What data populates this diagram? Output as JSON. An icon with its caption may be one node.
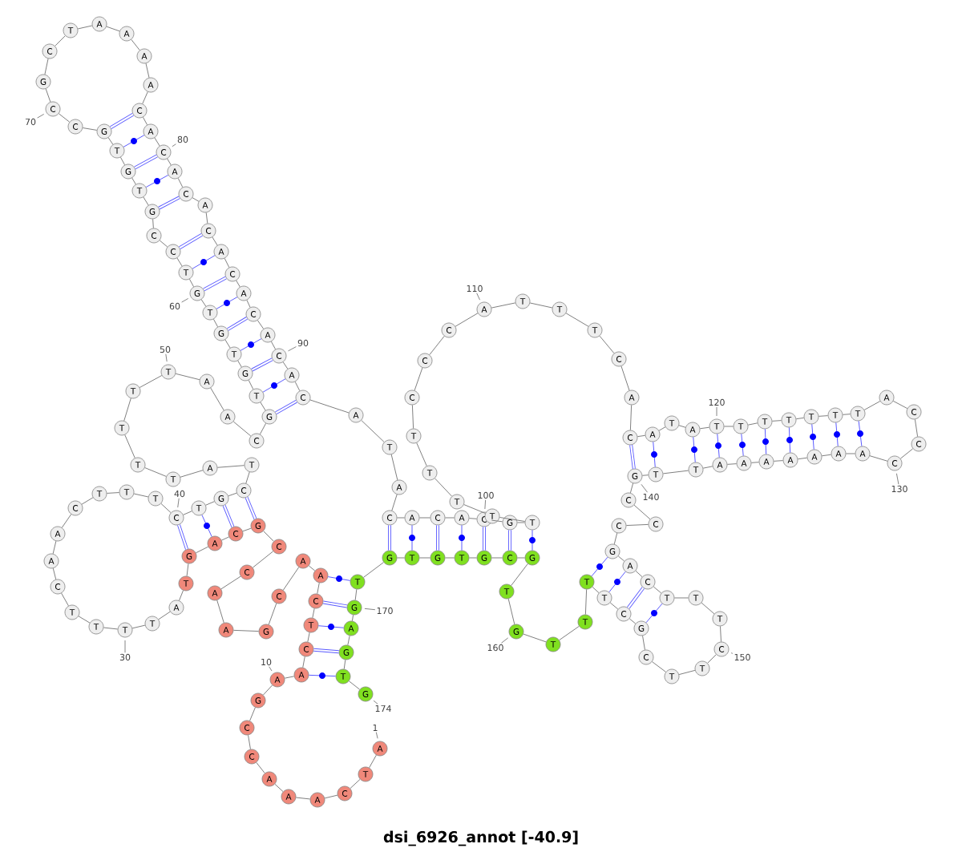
{
  "diagram": {
    "title": "dsi_6926_annot [-40.9]",
    "nodes": [
      {
        "text": [
          "A"
        ]
      },
      {
        "text": [
          "T"
        ]
      },
      {
        "text": [
          "C"
        ]
      },
      {
        "text": [
          "A"
        ]
      },
      {
        "text": [
          "A"
        ]
      },
      {
        "text": [
          "A"
        ]
      },
      {
        "text": [
          "C"
        ]
      },
      {
        "text": [
          "C"
        ]
      },
      {
        "text": [
          "G"
        ]
      },
      {
        "text": [
          "A"
        ]
      },
      {
        "text": [
          "A"
        ]
      },
      {
        "text": [
          "C"
        ]
      },
      {
        "text": [
          "T"
        ]
      },
      {
        "text": [
          "C"
        ]
      },
      {
        "text": [
          "A"
        ]
      },
      {
        "text": [
          "A"
        ]
      },
      {
        "text": [
          "C"
        ]
      },
      {
        "text": [
          "G"
        ]
      },
      {
        "text": [
          "A"
        ]
      },
      {
        "text": [
          "A"
        ]
      },
      {
        "text": [
          "C"
        ]
      },
      {
        "text": [
          "C"
        ]
      },
      {
        "text": [
          "G"
        ]
      },
      {
        "text": [
          "C"
        ]
      },
      {
        "text": [
          "A"
        ]
      },
      {
        "text": [
          "G"
        ]
      },
      {
        "text": [
          "T"
        ]
      },
      {
        "text": [
          "A"
        ]
      },
      {
        "text": [
          "T"
        ]
      },
      {
        "text": [
          "T"
        ]
      },
      {
        "text": [
          "T"
        ]
      },
      {
        "text": [
          "T"
        ]
      },
      {
        "text": [
          "C"
        ]
      },
      {
        "text": [
          "A"
        ]
      },
      {
        "text": [
          "A"
        ]
      },
      {
        "text": [
          "C"
        ]
      },
      {
        "text": [
          "T"
        ]
      },
      {
        "text": [
          "T"
        ]
      },
      {
        "text": [
          "T"
        ]
      },
      {
        "text": [
          "C"
        ]
      },
      {
        "text": [
          "T"
        ]
      },
      {
        "text": [
          "G"
        ]
      },
      {
        "text": [
          "C"
        ]
      },
      {
        "text": [
          "T"
        ]
      },
      {
        "text": [
          "A"
        ]
      },
      {
        "text": [
          "T"
        ]
      },
      {
        "text": [
          "T"
        ]
      },
      {
        "text": [
          "T"
        ]
      },
      {
        "text": [
          "T"
        ]
      },
      {
        "text": [
          "T"
        ]
      },
      {
        "text": [
          "A"
        ]
      },
      {
        "text": [
          "A"
        ]
      },
      {
        "text": [
          "C"
        ]
      },
      {
        "text": [
          "G"
        ]
      },
      {
        "text": [
          "T"
        ]
      },
      {
        "text": [
          "G"
        ]
      },
      {
        "text": [
          "T"
        ]
      },
      {
        "text": [
          "G"
        ]
      },
      {
        "text": [
          "T"
        ]
      },
      {
        "text": [
          "G"
        ]
      },
      {
        "text": [
          "T"
        ]
      },
      {
        "text": [
          "C"
        ]
      },
      {
        "text": [
          "C"
        ]
      },
      {
        "text": [
          "G"
        ]
      },
      {
        "text": [
          "T"
        ]
      },
      {
        "text": [
          "G"
        ]
      },
      {
        "text": [
          "T"
        ]
      },
      {
        "text": [
          "G"
        ]
      },
      {
        "text": [
          "C"
        ]
      },
      {
        "text": [
          "C"
        ]
      },
      {
        "text": [
          "G"
        ]
      },
      {
        "text": [
          "C"
        ]
      },
      {
        "text": [
          "T"
        ]
      },
      {
        "text": [
          "A"
        ]
      },
      {
        "text": [
          "A"
        ]
      },
      {
        "text": [
          "A"
        ]
      },
      {
        "text": [
          "A"
        ]
      },
      {
        "text": [
          "C"
        ]
      },
      {
        "text": [
          "A"
        ]
      },
      {
        "text": [
          "C"
        ]
      },
      {
        "text": [
          "A"
        ]
      },
      {
        "text": [
          "C"
        ]
      },
      {
        "text": [
          "A"
        ]
      },
      {
        "text": [
          "C"
        ]
      },
      {
        "text": [
          "A"
        ]
      },
      {
        "text": [
          "C"
        ]
      },
      {
        "text": [
          "A"
        ]
      },
      {
        "text": [
          "C"
        ]
      },
      {
        "text": [
          "A"
        ]
      },
      {
        "text": [
          "C"
        ]
      },
      {
        "text": [
          "A"
        ]
      },
      {
        "text": [
          "C"
        ]
      },
      {
        "text": [
          "A"
        ]
      },
      {
        "text": [
          "T"
        ]
      },
      {
        "text": [
          "A"
        ]
      },
      {
        "text": [
          "C"
        ]
      },
      {
        "text": [
          "A"
        ]
      },
      {
        "text": [
          "C"
        ]
      },
      {
        "text": [
          "A"
        ]
      },
      {
        "text": [
          "C"
        ]
      },
      {
        "text": [
          "G"
        ]
      },
      {
        "text": [
          "T"
        ]
      },
      {
        "text": [
          "T"
        ]
      },
      {
        "text": [
          "T"
        ]
      },
      {
        "text": [
          "T"
        ]
      },
      {
        "text": [
          "T"
        ]
      },
      {
        "text": [
          "C"
        ]
      },
      {
        "text": [
          "C"
        ]
      },
      {
        "text": [
          "C"
        ]
      },
      {
        "text": [
          "A"
        ]
      },
      {
        "text": [
          "T"
        ]
      },
      {
        "text": [
          "T"
        ]
      },
      {
        "text": [
          "T"
        ]
      },
      {
        "text": [
          "C"
        ]
      },
      {
        "text": [
          "A"
        ]
      },
      {
        "text": [
          "C"
        ]
      },
      {
        "text": [
          "A"
        ]
      },
      {
        "text": [
          "T"
        ]
      },
      {
        "text": [
          "A"
        ]
      },
      {
        "text": [
          "T"
        ]
      },
      {
        "text": [
          "T"
        ]
      },
      {
        "text": [
          "T"
        ]
      },
      {
        "text": [
          "T"
        ]
      },
      {
        "text": [
          "T"
        ]
      },
      {
        "text": [
          "T"
        ]
      },
      {
        "text": [
          "T"
        ]
      },
      {
        "text": [
          "A"
        ]
      },
      {
        "text": [
          "C"
        ]
      },
      {
        "text": [
          "C"
        ]
      },
      {
        "text": [
          "C"
        ]
      },
      {
        "text": [
          "A"
        ]
      },
      {
        "text": [
          "A"
        ]
      },
      {
        "text": [
          "A"
        ]
      },
      {
        "text": [
          "A"
        ]
      },
      {
        "text": [
          "A"
        ]
      },
      {
        "text": [
          "A"
        ]
      },
      {
        "text": [
          "A"
        ]
      },
      {
        "text": [
          "T"
        ]
      },
      {
        "text": [
          "T"
        ]
      },
      {
        "text": [
          "G"
        ]
      },
      {
        "text": [
          "C"
        ]
      },
      {
        "text": [
          "C"
        ]
      },
      {
        "text": [
          "C"
        ]
      },
      {
        "text": [
          "G"
        ]
      },
      {
        "text": [
          "A"
        ]
      },
      {
        "text": [
          "C"
        ]
      },
      {
        "text": [
          "T"
        ]
      },
      {
        "text": [
          "T"
        ]
      },
      {
        "text": [
          "T"
        ]
      },
      {
        "text": [
          "C"
        ]
      },
      {
        "text": [
          "T"
        ]
      },
      {
        "text": [
          "T"
        ]
      },
      {
        "text": [
          "C"
        ]
      },
      {
        "text": [
          "G"
        ]
      },
      {
        "text": [
          "C"
        ]
      },
      {
        "text": [
          "T"
        ]
      },
      {
        "text": [
          "T"
        ]
      },
      {
        "text": [
          "T"
        ]
      },
      {
        "text": [
          "T"
        ]
      },
      {
        "text": [
          "G"
        ]
      },
      {
        "text": [
          "T"
        ]
      },
      {
        "text": [
          "G"
        ]
      },
      {
        "text": [
          "C"
        ]
      },
      {
        "text": [
          "G"
        ]
      },
      {
        "text": [
          "T"
        ]
      },
      {
        "text": [
          "G"
        ]
      },
      {
        "text": [
          "T"
        ]
      },
      {
        "text": [
          "G"
        ]
      },
      {
        "text": [
          "T"
        ]
      },
      {
        "text": [
          "G"
        ]
      },
      {
        "text": [
          "A"
        ]
      },
      {
        "text": [
          "G"
        ]
      },
      {
        "text": [
          "T"
        ]
      },
      {
        "text": [
          "G"
        ]
      }
    ],
    "edges": [
      {
        "from": 0,
        "to": 1,
        "arrow": "none"
      },
      {
        "from": 1,
        "to": 2,
        "arrow": "none"
      },
      {
        "from": 2,
        "to": 3,
        "arrow": "none"
      },
      {
        "from": 3,
        "to": 4,
        "arrow": "none"
      },
      {
        "from": 4,
        "to": 5,
        "arrow": "none"
      },
      {
        "from": 5,
        "to": 6,
        "arrow": "none"
      },
      {
        "from": 6,
        "to": 7,
        "arrow": "none"
      },
      {
        "from": 7,
        "to": 8,
        "arrow": "none"
      },
      {
        "from": 8,
        "to": 9,
        "arrow": "none"
      },
      {
        "from": 9,
        "to": 10,
        "arrow": "none"
      },
      {
        "from": 10,
        "to": 11,
        "arrow": "none"
      },
      {
        "from": 11,
        "to": 12,
        "arrow": "none"
      },
      {
        "from": 12,
        "to": 13,
        "arrow": "none"
      },
      {
        "from": 13,
        "to": 14,
        "arrow": "none"
      },
      {
        "from": 14,
        "to": 15,
        "arrow": "none"
      },
      {
        "from": 15,
        "to": 16,
        "arrow": "none"
      },
      {
        "from": 16,
        "to": 17,
        "arrow": "none"
      },
      {
        "from": 17,
        "to": 18,
        "arrow": "none"
      },
      {
        "from": 18,
        "to": 19,
        "arrow": "none"
      },
      {
        "from": 19,
        "to": 20,
        "arrow": "none"
      },
      {
        "from": 20,
        "to": 21,
        "arrow": "none"
      },
      {
        "from": 21,
        "to": 22,
        "arrow": "none"
      },
      {
        "from": 22,
        "to": 23,
        "arrow": "none"
      },
      {
        "from": 23,
        "to": 24,
        "arrow": "none"
      },
      {
        "from": 24,
        "to": 25,
        "arrow": "none"
      },
      {
        "from": 25,
        "to": 26,
        "arrow": "none"
      },
      {
        "from": 26,
        "to": 27,
        "arrow": "none"
      },
      {
        "from": 27,
        "to": 28,
        "arrow": "none"
      },
      {
        "from": 28,
        "to": 29,
        "arrow": "none"
      },
      {
        "from": 29,
        "to": 30,
        "arrow": "none"
      },
      {
        "from": 30,
        "to": 31,
        "arrow": "none"
      },
      {
        "from": 31,
        "to": 32,
        "arrow": "none"
      },
      {
        "from": 32,
        "to": 33,
        "arrow": "none"
      },
      {
        "from": 33,
        "to": 34,
        "arrow": "none"
      },
      {
        "from": 34,
        "to": 35,
        "arrow": "none"
      },
      {
        "from": 35,
        "to": 36,
        "arrow": "none"
      },
      {
        "from": 36,
        "to": 37,
        "arrow": "none"
      },
      {
        "from": 37,
        "to": 38,
        "arrow": "none"
      },
      {
        "from": 38,
        "to": 39,
        "arrow": "none"
      },
      {
        "from": 39,
        "to": 40,
        "arrow": "none"
      },
      {
        "from": 40,
        "to": 41,
        "arrow": "none"
      },
      {
        "from": 41,
        "to": 42,
        "arrow": "none"
      },
      {
        "from": 42,
        "to": 43,
        "arrow": "none"
      },
      {
        "from": 43,
        "to": 44,
        "arrow": "none"
      },
      {
        "from": 44,
        "to": 45,
        "arrow": "none"
      },
      {
        "from": 45,
        "to": 46,
        "arrow": "none"
      },
      {
        "from": 46,
        "to": 47,
        "arrow": "none"
      },
      {
        "from": 47,
        "to": 48,
        "arrow": "none"
      },
      {
        "from": 48,
        "to": 49,
        "arrow": "none"
      },
      {
        "from": 49,
        "to": 50,
        "arrow": "none"
      },
      {
        "from": 50,
        "to": 51,
        "arrow": "none"
      },
      {
        "from": 51,
        "to": 52,
        "arrow": "none"
      },
      {
        "from": 52,
        "to": 53,
        "arrow": "none"
      },
      {
        "from": 53,
        "to": 54,
        "arrow": "none"
      },
      {
        "from": 54,
        "to": 55,
        "arrow": "none"
      },
      {
        "from": 55,
        "to": 56,
        "arrow": "none"
      },
      {
        "from": 56,
        "to": 57,
        "arrow": "none"
      },
      {
        "from": 57,
        "to": 58,
        "arrow": "none"
      },
      {
        "from": 58,
        "to": 59,
        "arrow": "none"
      },
      {
        "from": 59,
        "to": 60,
        "arrow": "none"
      },
      {
        "from": 60,
        "to": 61,
        "arrow": "none"
      },
      {
        "from": 61,
        "to": 62,
        "arrow": "none"
      },
      {
        "from": 62,
        "to": 63,
        "arrow": "none"
      },
      {
        "from": 63,
        "to": 64,
        "arrow": "none"
      },
      {
        "from": 64,
        "to": 65,
        "arrow": "none"
      },
      {
        "from": 65,
        "to": 66,
        "arrow": "none"
      },
      {
        "from": 66,
        "to": 67,
        "arrow": "none"
      },
      {
        "from": 67,
        "to": 68,
        "arrow": "none"
      },
      {
        "from": 68,
        "to": 69,
        "arrow": "none"
      },
      {
        "from": 69,
        "to": 70,
        "arrow": "none"
      },
      {
        "from": 70,
        "to": 71,
        "arrow": "none"
      },
      {
        "from": 71,
        "to": 72,
        "arrow": "none"
      },
      {
        "from": 72,
        "to": 73,
        "arrow": "none"
      },
      {
        "from": 73,
        "to": 74,
        "arrow": "none"
      },
      {
        "from": 74,
        "to": 75,
        "arrow": "none"
      },
      {
        "from": 75,
        "to": 76,
        "arrow": "none"
      },
      {
        "from": 76,
        "to": 77,
        "arrow": "none"
      },
      {
        "from": 77,
        "to": 78,
        "arrow": "none"
      },
      {
        "from": 78,
        "to": 79,
        "arrow": "none"
      },
      {
        "from": 79,
        "to": 80,
        "arrow": "none"
      },
      {
        "from": 80,
        "to": 81,
        "arrow": "none"
      },
      {
        "from": 81,
        "to": 82,
        "arrow": "none"
      },
      {
        "from": 82,
        "to": 83,
        "arrow": "none"
      },
      {
        "from": 83,
        "to": 84,
        "arrow": "none"
      },
      {
        "from": 84,
        "to": 85,
        "arrow": "none"
      },
      {
        "from": 85,
        "to": 86,
        "arrow": "none"
      },
      {
        "from": 86,
        "to": 87,
        "arrow": "none"
      },
      {
        "from": 87,
        "to": 88,
        "arrow": "none"
      },
      {
        "from": 88,
        "to": 89,
        "arrow": "none"
      },
      {
        "from": 89,
        "to": 90,
        "arrow": "none"
      },
      {
        "from": 90,
        "to": 91,
        "arrow": "none"
      },
      {
        "from": 91,
        "to": 92,
        "arrow": "none"
      },
      {
        "from": 92,
        "to": 93,
        "arrow": "none"
      },
      {
        "from": 93,
        "to": 94,
        "arrow": "none"
      },
      {
        "from": 94,
        "to": 95,
        "arrow": "none"
      },
      {
        "from": 95,
        "to": 96,
        "arrow": "none"
      },
      {
        "from": 96,
        "to": 97,
        "arrow": "none"
      },
      {
        "from": 97,
        "to": 98,
        "arrow": "none"
      },
      {
        "from": 98,
        "to": 99,
        "arrow": "none"
      },
      {
        "from": 99,
        "to": 100,
        "arrow": "none"
      },
      {
        "from": 100,
        "to": 101,
        "arrow": "none"
      },
      {
        "from": 101,
        "to": 102,
        "arrow": "none"
      },
      {
        "from": 102,
        "to": 103,
        "arrow": "none"
      },
      {
        "from": 103,
        "to": 104,
        "arrow": "none"
      },
      {
        "from": 104,
        "to": 105,
        "arrow": "none"
      },
      {
        "from": 105,
        "to": 106,
        "arrow": "none"
      },
      {
        "from": 106,
        "to": 107,
        "arrow": "none"
      },
      {
        "from": 107,
        "to": 108,
        "arrow": "none"
      },
      {
        "from": 108,
        "to": 109,
        "arrow": "none"
      },
      {
        "from": 109,
        "to": 110,
        "arrow": "none"
      },
      {
        "from": 110,
        "to": 111,
        "arrow": "none"
      },
      {
        "from": 111,
        "to": 112,
        "arrow": "none"
      },
      {
        "from": 112,
        "to": 113,
        "arrow": "none"
      },
      {
        "from": 113,
        "to": 114,
        "arrow": "none"
      },
      {
        "from": 114,
        "to": 115,
        "arrow": "none"
      },
      {
        "from": 115,
        "to": 116,
        "arrow": "none"
      },
      {
        "from": 116,
        "to": 117,
        "arrow": "none"
      },
      {
        "from": 117,
        "to": 118,
        "arrow": "none"
      },
      {
        "from": 118,
        "to": 119,
        "arrow": "none"
      },
      {
        "from": 119,
        "to": 120,
        "arrow": "none"
      },
      {
        "from": 120,
        "to": 121,
        "arrow": "none"
      },
      {
        "from": 121,
        "to": 122,
        "arrow": "none"
      },
      {
        "from": 122,
        "to": 123,
        "arrow": "none"
      },
      {
        "from": 123,
        "to": 124,
        "arrow": "none"
      },
      {
        "from": 124,
        "to": 125,
        "arrow": "none"
      },
      {
        "from": 125,
        "to": 126,
        "arrow": "none"
      },
      {
        "from": 126,
        "to": 127,
        "arrow": "none"
      },
      {
        "from": 127,
        "to": 128,
        "arrow": "none"
      },
      {
        "from": 128,
        "to": 129,
        "arrow": "none"
      },
      {
        "from": 129,
        "to": 130,
        "arrow": "none"
      },
      {
        "from": 130,
        "to": 131,
        "arrow": "none"
      },
      {
        "from": 131,
        "to": 132,
        "arrow": "none"
      },
      {
        "from": 132,
        "to": 133,
        "arrow": "none"
      },
      {
        "from": 133,
        "to": 134,
        "arrow": "none"
      },
      {
        "from": 134,
        "to": 135,
        "arrow": "none"
      },
      {
        "from": 135,
        "to": 136,
        "arrow": "none"
      },
      {
        "from": 136,
        "to": 137,
        "arrow": "none"
      },
      {
        "from": 137,
        "to": 138,
        "arrow": "none"
      },
      {
        "from": 138,
        "to": 139,
        "arrow": "none"
      },
      {
        "from": 139,
        "to": 140,
        "arrow": "none"
      },
      {
        "from": 140,
        "to": 141,
        "arrow": "none"
      },
      {
        "from": 141,
        "to": 142,
        "arrow": "none"
      },
      {
        "from": 142,
        "to": 143,
        "arrow": "none"
      },
      {
        "from": 143,
        "to": 144,
        "arrow": "none"
      },
      {
        "from": 144,
        "to": 145,
        "arrow": "none"
      },
      {
        "from": 145,
        "to": 146,
        "arrow": "none"
      },
      {
        "from": 146,
        "to": 147,
        "arrow": "none"
      },
      {
        "from": 147,
        "to": 148,
        "arrow": "none"
      },
      {
        "from": 148,
        "to": 149,
        "arrow": "none"
      },
      {
        "from": 149,
        "to": 150,
        "arrow": "none"
      },
      {
        "from": 150,
        "to": 151,
        "arrow": "none"
      },
      {
        "from": 151,
        "to": 152,
        "arrow": "none"
      },
      {
        "from": 152,
        "to": 153,
        "arrow": "none"
      },
      {
        "from": 153,
        "to": 154,
        "arrow": "none"
      },
      {
        "from": 154,
        "to": 155,
        "arrow": "none"
      },
      {
        "from": 155,
        "to": 156,
        "arrow": "none"
      },
      {
        "from": 156,
        "to": 157,
        "arrow": "none"
      },
      {
        "from": 157,
        "to": 158,
        "arrow": "none"
      },
      {
        "from": 158,
        "to": 159,
        "arrow": "none"
      },
      {
        "from": 159,
        "to": 160,
        "arrow": "none"
      },
      {
        "from": 160,
        "to": 161,
        "arrow": "none"
      },
      {
        "from": 161,
        "to": 162,
        "arrow": "none"
      },
      {
        "from": 162,
        "to": 163,
        "arrow": "none"
      },
      {
        "from": 163,
        "to": 164,
        "arrow": "none"
      },
      {
        "from": 164,
        "to": 165,
        "arrow": "none"
      },
      {
        "from": 165,
        "to": 166,
        "arrow": "none"
      },
      {
        "from": 166,
        "to": 167,
        "arrow": "none"
      },
      {
        "from": 167,
        "to": 168,
        "arrow": "none"
      },
      {
        "from": 168,
        "to": 169,
        "arrow": "none"
      },
      {
        "from": 169,
        "to": 170,
        "arrow": "none"
      },
      {
        "from": 170,
        "to": 171,
        "arrow": "none"
      },
      {
        "from": 171,
        "to": 172,
        "arrow": "none"
      },
      {
        "from": 172,
        "to": 173,
        "arrow": "none"
      },
      {
        "from": 11,
        "to": 171,
        "arrow": "none",
        "style": "thick",
        "color": "#5a5aff"
      },
      {
        "from": 13,
        "to": 169,
        "arrow": "none",
        "style": "thick",
        "color": "#5a5aff"
      },
      {
        "from": 22,
        "to": 42,
        "arrow": "none",
        "style": "thick",
        "color": "#5a5aff"
      },
      {
        "from": 23,
        "to": 41,
        "arrow": "none",
        "style": "thick",
        "color": "#5a5aff"
      },
      {
        "from": 25,
        "to": 39,
        "arrow": "none",
        "style": "thick",
        "color": "#5a5aff"
      },
      {
        "from": 53,
        "to": 91,
        "arrow": "none",
        "style": "thick",
        "color": "#5a5aff"
      },
      {
        "from": 55,
        "to": 89,
        "arrow": "none",
        "style": "thick",
        "color": "#5a5aff"
      },
      {
        "from": 57,
        "to": 87,
        "arrow": "none",
        "style": "thick",
        "color": "#5a5aff"
      },
      {
        "from": 59,
        "to": 85,
        "arrow": "none",
        "style": "thick",
        "color": "#5a5aff"
      },
      {
        "from": 61,
        "to": 83,
        "arrow": "none",
        "style": "thick",
        "color": "#5a5aff"
      },
      {
        "from": 63,
        "to": 81,
        "arrow": "none",
        "style": "thick",
        "color": "#5a5aff"
      },
      {
        "from": 65,
        "to": 79,
        "arrow": "none",
        "style": "thick",
        "color": "#5a5aff"
      },
      {
        "from": 67,
        "to": 77,
        "arrow": "none",
        "style": "thick",
        "color": "#5a5aff"
      },
      {
        "from": 95,
        "to": 167,
        "arrow": "none",
        "style": "thick",
        "color": "#5a5aff"
      },
      {
        "from": 97,
        "to": 165,
        "arrow": "none",
        "style": "thick",
        "color": "#5a5aff"
      },
      {
        "from": 99,
        "to": 163,
        "arrow": "none",
        "style": "thick",
        "color": "#5a5aff"
      },
      {
        "from": 100,
        "to": 162,
        "arrow": "none",
        "style": "thick",
        "color": "#5a5aff"
      },
      {
        "from": 115,
        "to": 139,
        "arrow": "none",
        "style": "thick",
        "color": "#5a5aff"
      },
      {
        "from": 145,
        "to": 154,
        "arrow": "none",
        "style": "thick",
        "color": "#5a5aff"
      },
      {
        "from": 10,
        "to": 172,
        "arrow": "none",
        "color": "#5a5aff"
      },
      {
        "from": 12,
        "to": 170,
        "arrow": "none",
        "color": "#5a5aff"
      },
      {
        "from": 14,
        "to": 168,
        "arrow": "none",
        "color": "#5a5aff"
      },
      {
        "from": 24,
        "to": 40,
        "arrow": "none",
        "color": "#5a5aff"
      },
      {
        "from": 54,
        "to": 90,
        "arrow": "none",
        "color": "#5a5aff"
      },
      {
        "from": 56,
        "to": 88,
        "arrow": "none",
        "color": "#5a5aff"
      },
      {
        "from": 58,
        "to": 86,
        "arrow": "none",
        "color": "#5a5aff"
      },
      {
        "from": 60,
        "to": 84,
        "arrow": "none",
        "color": "#5a5aff"
      },
      {
        "from": 64,
        "to": 80,
        "arrow": "none",
        "color": "#5a5aff"
      },
      {
        "from": 66,
        "to": 78,
        "arrow": "none",
        "color": "#5a5aff"
      },
      {
        "from": 96,
        "to": 166,
        "arrow": "none",
        "color": "#5a5aff"
      },
      {
        "from": 98,
        "to": 164,
        "arrow": "none",
        "color": "#5a5aff"
      },
      {
        "from": 101,
        "to": 161,
        "arrow": "none",
        "color": "#5a5aff"
      },
      {
        "from": 116,
        "to": 138,
        "arrow": "none",
        "color": "#5a5aff"
      },
      {
        "from": 118,
        "to": 137,
        "arrow": "none",
        "color": "#5a5aff"
      },
      {
        "from": 119,
        "to": 136,
        "arrow": "none",
        "color": "#5a5aff"
      },
      {
        "from": 120,
        "to": 135,
        "arrow": "none",
        "color": "#5a5aff"
      },
      {
        "from": 121,
        "to": 134,
        "arrow": "none",
        "color": "#5a5aff"
      },
      {
        "from": 122,
        "to": 133,
        "arrow": "none",
        "color": "#5a5aff"
      },
      {
        "from": 123,
        "to": 132,
        "arrow": "none",
        "color": "#5a5aff"
      },
      {
        "from": 124,
        "to": 131,
        "arrow": "none",
        "color": "#5a5aff"
      },
      {
        "from": 125,
        "to": 130,
        "arrow": "none",
        "color": "#5a5aff"
      },
      {
        "from": 143,
        "to": 156,
        "arrow": "none",
        "color": "#5a5aff"
      },
      {
        "from": 144,
        "to": 155,
        "arrow": "none",
        "color": "#5a5aff"
      },
      {
        "from": 146,
        "to": 153,
        "arrow": "none",
        "color": "#5a5aff"
      }
    ],
    "labels": [
      "1",
      "10",
      "30",
      "40",
      "50",
      "60",
      "70",
      "80",
      "90",
      "100",
      "110",
      "120",
      "130",
      "140",
      "150",
      "160",
      "170",
      "174"
    ]
  }
}
